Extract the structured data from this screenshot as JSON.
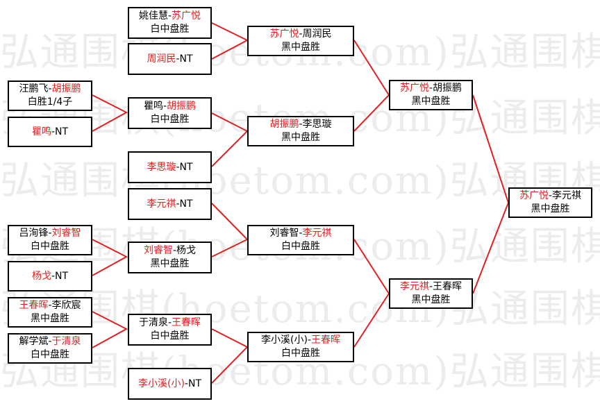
{
  "watermark": [
    "弘通围棋(hoetom.com)弘通围棋",
    "弘通围棋(hoetom.com)弘通围棋",
    "弘通围棋(hoetom.com)弘通围棋",
    "弘通围棋(hoetom.com)弘通围棋",
    "弘通围棋(hoetom.com)弘通围棋",
    "弘通围棋(hoetom.com)弘通围棋"
  ],
  "round1": [
    {
      "id": "r1a",
      "p1": "汪鹏飞",
      "sep": "-",
      "p2": "胡振鹏",
      "winner": 2,
      "result": "白胜1/4子"
    },
    {
      "id": "r1b",
      "p1": "吕洵锋",
      "sep": "-",
      "p2": "刘睿智",
      "winner": 2,
      "result": "白中盘胜"
    },
    {
      "id": "r1c",
      "p1": "王春晖",
      "sep": "-",
      "p2": "李欣宸",
      "winner": 1,
      "result": "黑中盘胜"
    },
    {
      "id": "r1d",
      "p1": "解学斌",
      "sep": "-",
      "p2": "于清泉",
      "winner": 2,
      "result": "白中盘胜"
    }
  ],
  "byes_left": [
    {
      "id": "b1",
      "p1": "瞿鸣",
      "sep": "-",
      "p2": "NT",
      "winner": 1,
      "result": ""
    },
    {
      "id": "b2",
      "p1": "杨戈",
      "sep": "-",
      "p2": "NT",
      "winner": 1,
      "result": ""
    }
  ],
  "round2": [
    {
      "id": "r2a",
      "p1": "姚佳慧",
      "sep": "-",
      "p2": "苏广悦",
      "winner": 2,
      "result": "白中盘胜"
    },
    {
      "id": "r2b",
      "p1": "周润民",
      "sep": "-",
      "p2": "NT",
      "winner": 1,
      "result": ""
    },
    {
      "id": "r2c",
      "p1": "瞿鸣",
      "sep": "-",
      "p2": "胡振鹏",
      "winner": 2,
      "result": "白中盘胜"
    },
    {
      "id": "r2d",
      "p1": "李思璇",
      "sep": "-",
      "p2": "NT",
      "winner": 1,
      "result": ""
    },
    {
      "id": "r2e",
      "p1": "李元祺",
      "sep": "-",
      "p2": "NT",
      "winner": 1,
      "result": ""
    },
    {
      "id": "r2f",
      "p1": "刘睿智",
      "sep": "-",
      "p2": "杨戈",
      "winner": 1,
      "result": "黑中盘胜"
    },
    {
      "id": "r2g",
      "p1": "于清泉",
      "sep": "-",
      "p2": "王春晖",
      "winner": 2,
      "result": "白中盘胜"
    },
    {
      "id": "r2h",
      "p1": "李小溪(小)",
      "sep": "-",
      "p2": "NT",
      "winner": 1,
      "result": ""
    }
  ],
  "round3": [
    {
      "id": "r3a",
      "p1": "苏广悦",
      "sep": "-",
      "p2": "周润民",
      "winner": 1,
      "result": "黑中盘胜"
    },
    {
      "id": "r3b",
      "p1": "胡振鹏",
      "sep": "-",
      "p2": "李思璇",
      "winner": 1,
      "result": "黑中盘胜"
    },
    {
      "id": "r3c",
      "p1": "刘睿智",
      "sep": "-",
      "p2": "李元祺",
      "winner": 2,
      "result": "白中盘胜"
    },
    {
      "id": "r3d",
      "p1": "李小溪(小)",
      "sep": "-",
      "p2": "王春晖",
      "winner": 2,
      "result": "白中盘胜"
    }
  ],
  "semis": [
    {
      "id": "sfa",
      "p1": "苏广悦",
      "sep": "-",
      "p2": "胡振鹏",
      "winner": 1,
      "result": "黑中盘胜"
    },
    {
      "id": "sfb",
      "p1": "李元祺",
      "sep": "-",
      "p2": "王春晖",
      "winner": 1,
      "result": "黑中盘胜"
    }
  ],
  "final": [
    {
      "id": "fin",
      "p1": "苏广悦",
      "sep": "-",
      "p2": "李元祺",
      "winner": 1,
      "result": "黑中盘胜"
    }
  ],
  "colors": {
    "winner": "#e02020",
    "line": "#e02020",
    "border": "#000000"
  }
}
